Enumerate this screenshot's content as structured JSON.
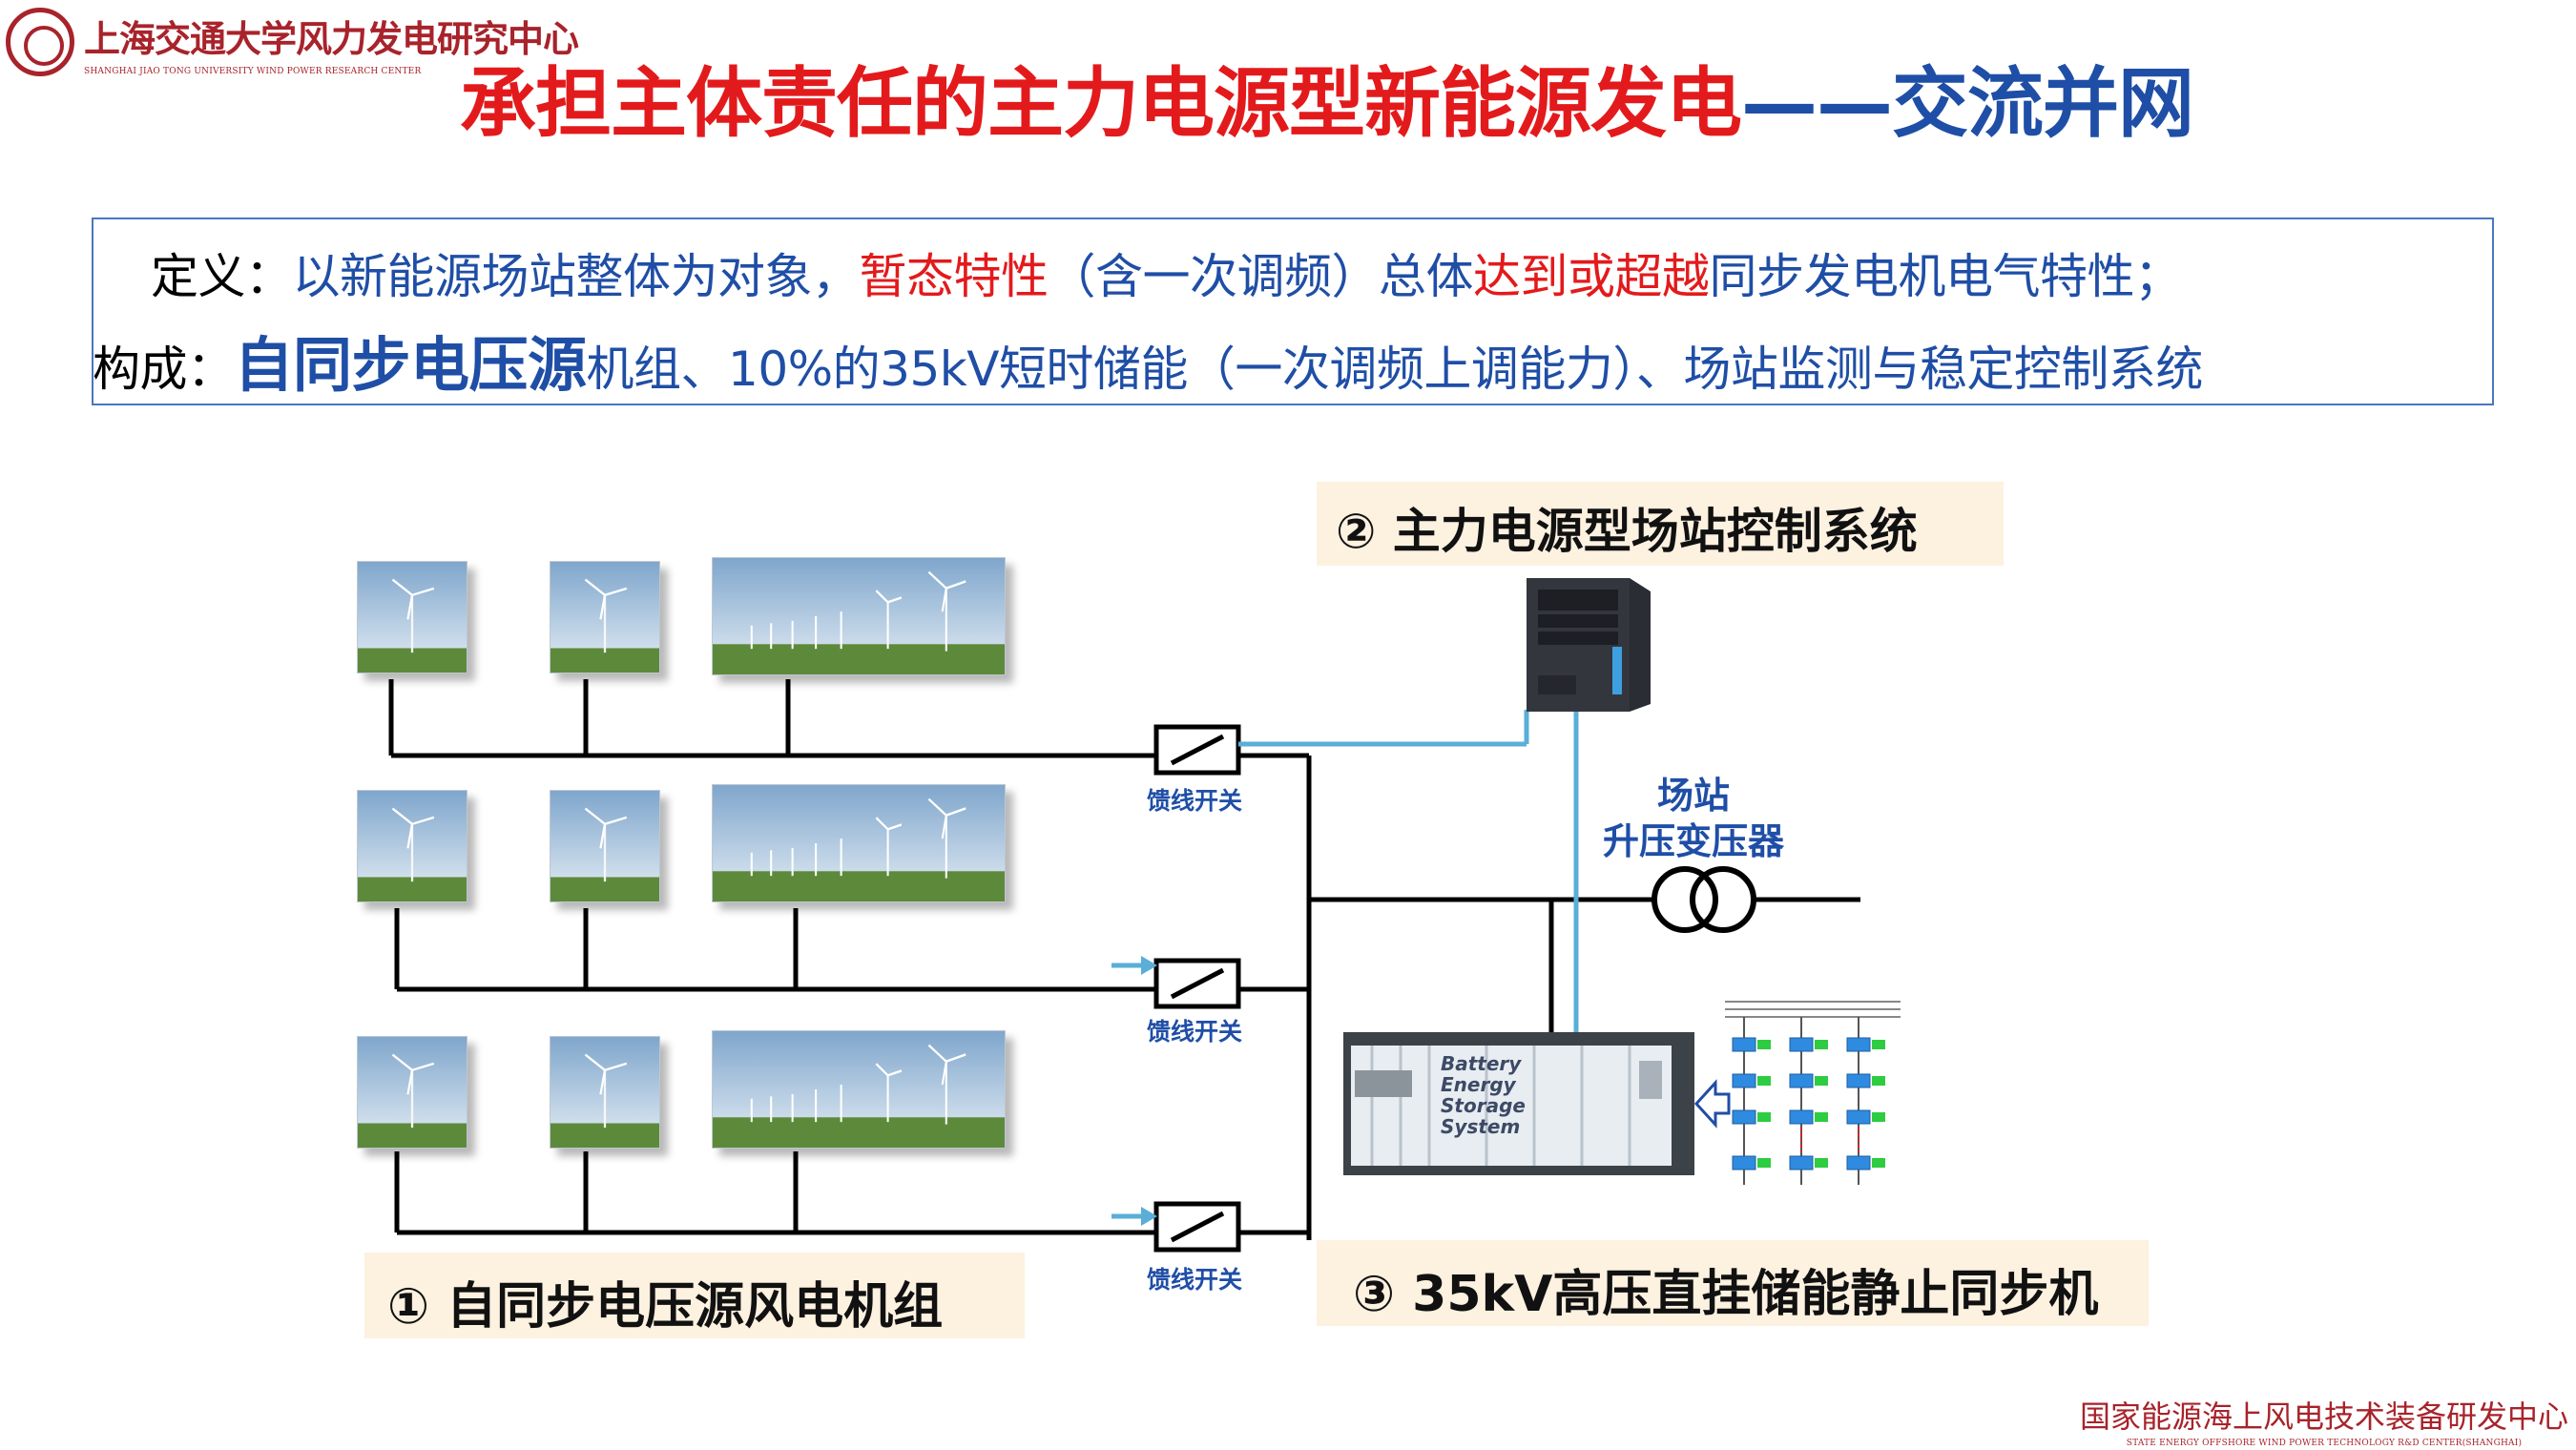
{
  "header": {
    "logo_name": "上海交通大学风力发电研究中心",
    "logo_sub": "SHANGHAI JIAO TONG UNIVERSITY WIND POWER RESEARCH CENTER",
    "title_part1": "承担主体责任的主力电源型新能源发电",
    "title_dash": "——",
    "title_part2": "交流并网"
  },
  "definition": {
    "line1_label": "定义：",
    "line1_a": "以新能源场站整体为对象，",
    "line1_b": "暂态特性",
    "line1_c": "（含一次调频）总体",
    "line1_d": "达到或超越",
    "line1_e": "同步发电机电气特性；",
    "line2_label": "构成：",
    "line2_a": "自同步电压源",
    "line2_b": "机组、10%的35kV短时储能（一次调频上调能力）、场站监测与稳定控制系统"
  },
  "diagram": {
    "control_system_label": "② 主力电源型场站控制系统",
    "turbine_group_label": "① 自同步电压源风电机组",
    "storage_label": "③ 35kV高压直挂储能静止同步机",
    "feeder_switch": "馈线开关",
    "transformer_line1": "场站",
    "transformer_line2": "升压变压器",
    "bess_text": [
      "Battery",
      "Energy",
      "Storage",
      "System"
    ]
  },
  "footer": {
    "main": "国家能源海上风电技术装备研发中心",
    "sub": "STATE ENERGY OFFSHORE WIND POWER TECHNOLOGY R&D CENTER(SHANGHAI)"
  },
  "colors": {
    "title_red": "#e31a1c",
    "accent_blue": "#1f4ea6",
    "signal_line": "#5aaed8",
    "label_bg": "#fdf1e0",
    "logo_red": "#a8232b"
  }
}
